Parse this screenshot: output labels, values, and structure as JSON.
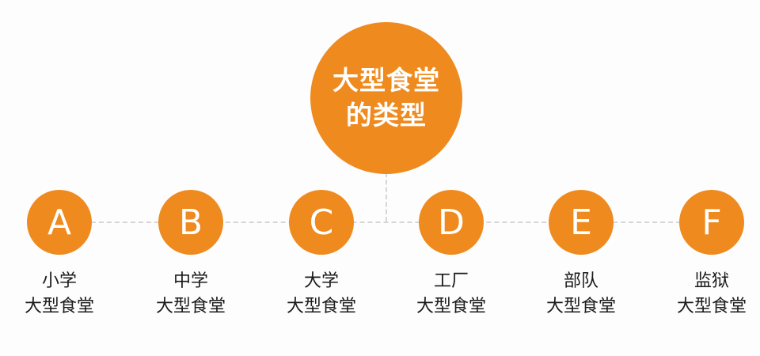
{
  "hub": {
    "line1": "大型食堂",
    "line2": "的类型",
    "color": "#ef8a1e"
  },
  "connector_color": "#d6d6d6",
  "nodes": [
    {
      "letter": "A",
      "line1": "小学",
      "line2": "大型食堂"
    },
    {
      "letter": "B",
      "line1": "中学",
      "line2": "大型食堂"
    },
    {
      "letter": "C",
      "line1": "大学",
      "line2": "大型食堂"
    },
    {
      "letter": "D",
      "line1": "工厂",
      "line2": "大型食堂"
    },
    {
      "letter": "E",
      "line1": "部队",
      "line2": "大型食堂"
    },
    {
      "letter": "F",
      "line1": "监狱",
      "line2": "大型食堂"
    }
  ]
}
